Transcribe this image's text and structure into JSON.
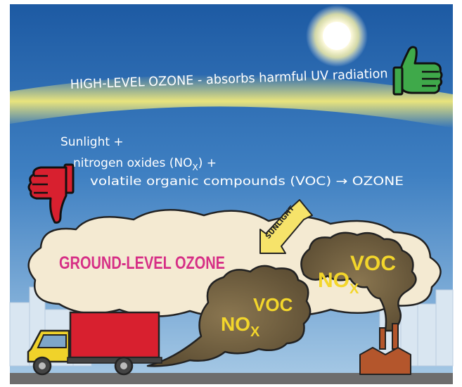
{
  "title": "HIGH-LEVEL OZONE - absorbs harmful UV radiation",
  "formula": {
    "line1": "Sunlight +",
    "line2_prefix": "nitrogen oxides (NO",
    "line2_sub": "X",
    "line2_suffix": ") +",
    "line3": "volatile organic compounds (VOC) →  OZONE"
  },
  "ground_label": "GROUND-LEVEL OZONE",
  "sunlight_arrow_label": "SUNLIGHT",
  "pollutants": {
    "nox_main": "NO",
    "nox_sub": "X",
    "voc": "VOC"
  },
  "icons": [
    "sun-icon",
    "thumbs-up-icon",
    "thumbs-down-icon",
    "truck-icon",
    "factory-icon"
  ],
  "colors": {
    "sky_top": "#1f5fa8",
    "sky_bottom": "#9fc6e3",
    "ozone_band": "#e9e066",
    "ground_cloud": "#f4ead2",
    "ground_text": "#d62f86",
    "pollutant_text": "#f3d62b",
    "smog": "#6a5a3c",
    "truck_box": "#d8202f",
    "truck_cab": "#f0d22a",
    "thumbs_up": "#3fa94a",
    "thumbs_down": "#d8202f",
    "factory": "#b4562c"
  }
}
